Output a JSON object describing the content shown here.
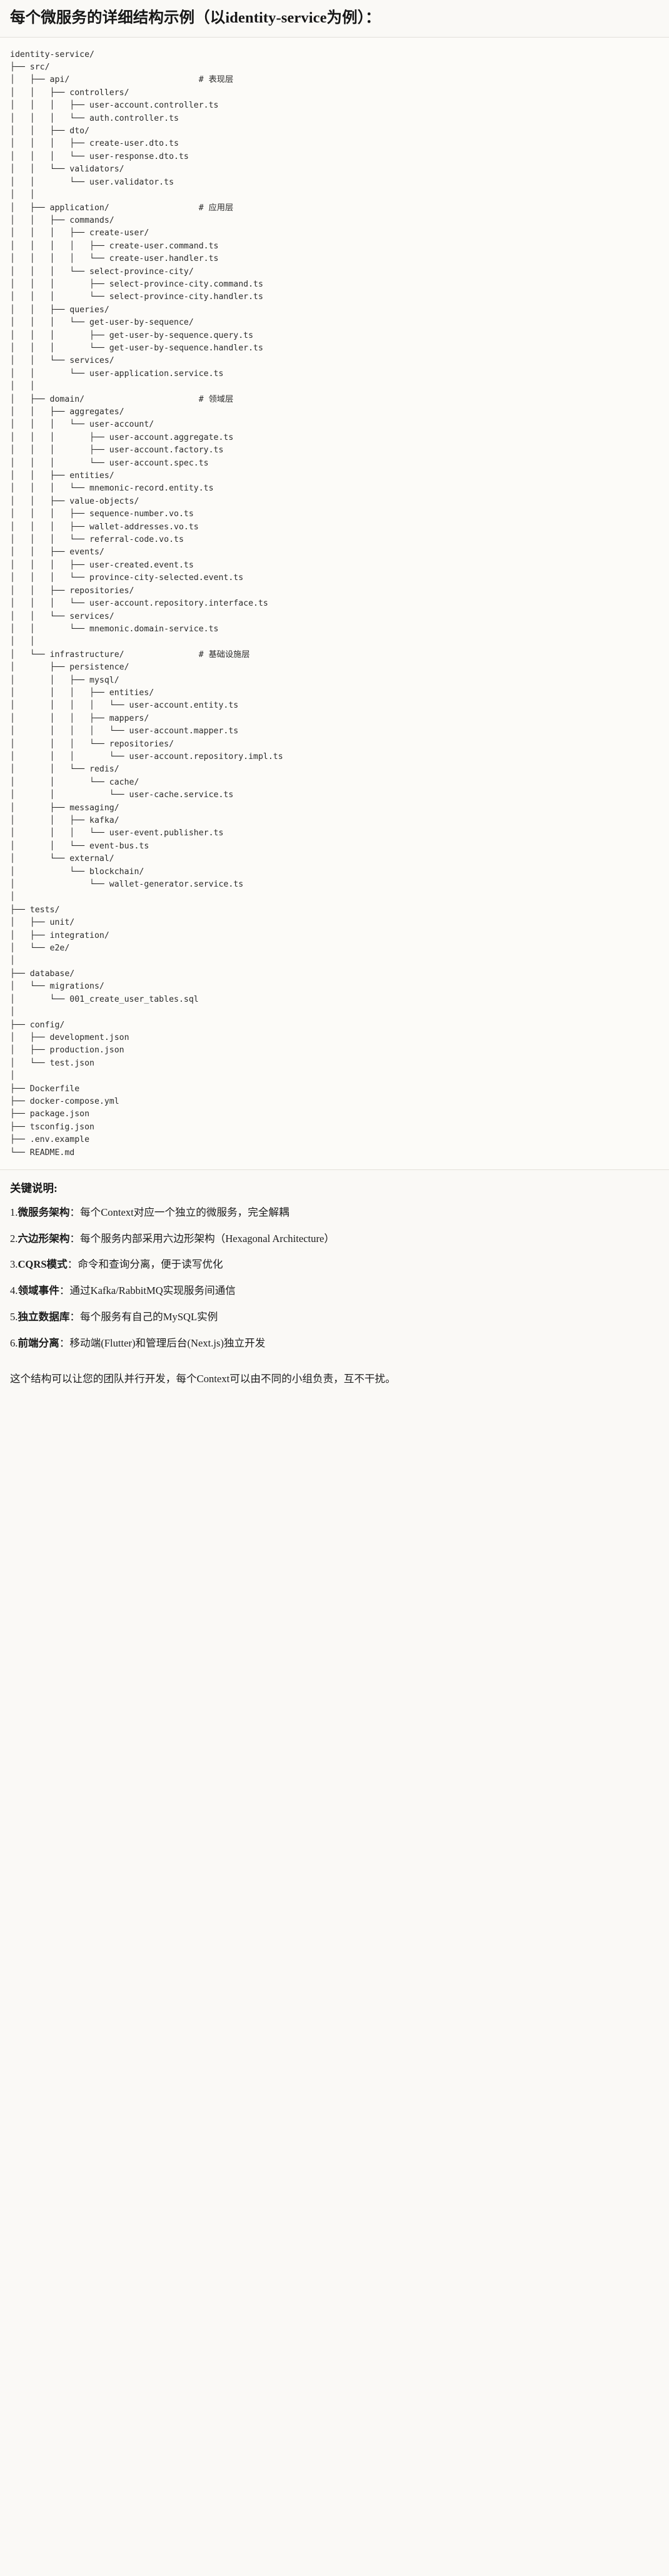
{
  "title": "每个微服务的详细结构示例（以identity-service为例）：",
  "tree": {
    "root": "identity-service/",
    "text": "identity-service/\n├── src/\n│   ├── api/                          # 表现层\n│   │   ├── controllers/\n│   │   │   ├── user-account.controller.ts\n│   │   │   └── auth.controller.ts\n│   │   ├── dto/\n│   │   │   ├── create-user.dto.ts\n│   │   │   └── user-response.dto.ts\n│   │   └── validators/\n│   │       └── user.validator.ts\n│   │\n│   ├── application/                  # 应用层\n│   │   ├── commands/\n│   │   │   ├── create-user/\n│   │   │   │   ├── create-user.command.ts\n│   │   │   │   └── create-user.handler.ts\n│   │   │   └── select-province-city/\n│   │   │       ├── select-province-city.command.ts\n│   │   │       └── select-province-city.handler.ts\n│   │   ├── queries/\n│   │   │   └── get-user-by-sequence/\n│   │   │       ├── get-user-by-sequence.query.ts\n│   │   │       └── get-user-by-sequence.handler.ts\n│   │   └── services/\n│   │       └── user-application.service.ts\n│   │\n│   ├── domain/                       # 领域层\n│   │   ├── aggregates/\n│   │   │   └── user-account/\n│   │   │       ├── user-account.aggregate.ts\n│   │   │       ├── user-account.factory.ts\n│   │   │       └── user-account.spec.ts\n│   │   ├── entities/\n│   │   │   └── mnemonic-record.entity.ts\n│   │   ├── value-objects/\n│   │   │   ├── sequence-number.vo.ts\n│   │   │   ├── wallet-addresses.vo.ts\n│   │   │   └── referral-code.vo.ts\n│   │   ├── events/\n│   │   │   ├── user-created.event.ts\n│   │   │   └── province-city-selected.event.ts\n│   │   ├── repositories/\n│   │   │   └── user-account.repository.interface.ts\n│   │   └── services/\n│   │       └── mnemonic.domain-service.ts\n│   │\n│   └── infrastructure/               # 基础设施层\n│       ├── persistence/\n│       │   ├── mysql/\n│       │   │   ├── entities/\n│       │   │   │   └── user-account.entity.ts\n│       │   │   ├── mappers/\n│       │   │   │   └── user-account.mapper.ts\n│       │   │   └── repositories/\n│       │   │       └── user-account.repository.impl.ts\n│       │   └── redis/\n│       │       └── cache/\n│       │           └── user-cache.service.ts\n│       ├── messaging/\n│       │   ├── kafka/\n│       │   │   └── user-event.publisher.ts\n│       │   └── event-bus.ts\n│       └── external/\n│           └── blockchain/\n│               └── wallet-generator.service.ts\n│\n├── tests/\n│   ├── unit/\n│   ├── integration/\n│   └── e2e/\n│\n├── database/\n│   └── migrations/\n│       └── 001_create_user_tables.sql\n│\n├── config/\n│   ├── development.json\n│   ├── production.json\n│   └── test.json\n│\n├── Dockerfile\n├── docker-compose.yml\n├── package.json\n├── tsconfig.json\n├── .env.example\n└── README.md",
    "layer_comments": [
      "# 表现层",
      "# 应用层",
      "# 领域层",
      "# 基础设施层"
    ]
  },
  "keys": {
    "heading": "关键说明:",
    "items": [
      {
        "num": "1.",
        "term": "微服务架构",
        "sep": "：",
        "desc": "每个Context对应一个独立的微服务，完全解耦"
      },
      {
        "num": "2.",
        "term": "六边形架构",
        "sep": "：",
        "desc": "每个服务内部采用六边形架构（Hexagonal Architecture）"
      },
      {
        "num": "3.",
        "term": "CQRS模式",
        "sep": "：",
        "desc": "命令和查询分离，便于读写优化"
      },
      {
        "num": "4.",
        "term": "领域事件",
        "sep": "：",
        "desc": "通过Kafka/RabbitMQ实现服务间通信"
      },
      {
        "num": "5.",
        "term": "独立数据库",
        "sep": "：",
        "desc": "每个服务有自己的MySQL实例"
      },
      {
        "num": "6.",
        "term": "前端分离",
        "sep": "：",
        "desc": "移动端(Flutter)和管理后台(Next.js)独立开发"
      }
    ],
    "closing": "这个结构可以让您的团队并行开发，每个Context可以由不同的小组负责，互不干扰。"
  }
}
